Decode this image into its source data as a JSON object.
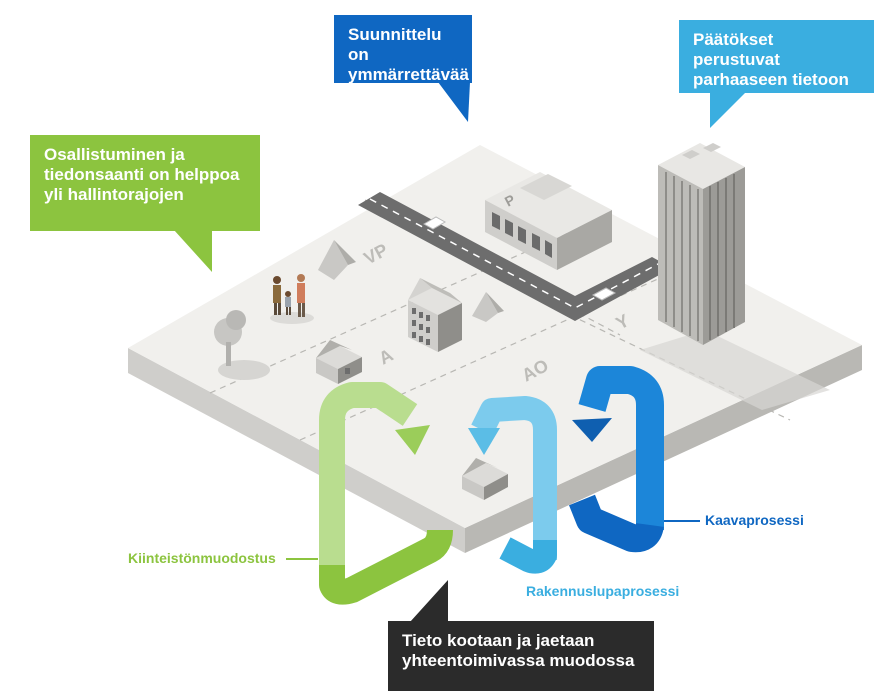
{
  "bubbles": {
    "suunnittelu": "Suunnittelu on\nymmärrettävää",
    "paatokset": "Päätökset perustuvat\nparhaaseen tietoon",
    "osallistuminen": "Osallistuminen ja\ntiedonsaanti on helppoa\nyli hallintorajojen",
    "tieto": "Tieto kootaan ja jaetaan\nyhteentoimivassa muodossa"
  },
  "processes": {
    "kiinteisto": "Kiinteistönmuodostus",
    "rakennuslupa": "Rakennuslupaprosessi",
    "kaava": "Kaavaprosessi"
  },
  "zones": {
    "vp": "VP",
    "a": "A",
    "ao": "AO",
    "y": "Y",
    "parking": "P"
  },
  "colors": {
    "green": "#8cc43f",
    "light_green": "#b5d98a",
    "light_blue": "#3aaee0",
    "dark_blue": "#0f67c2",
    "mid_blue": "#1c86d9",
    "dark_gray": "#2b2b2b",
    "ground": "#f0efec",
    "ground_side": "#c8c7c3"
  }
}
